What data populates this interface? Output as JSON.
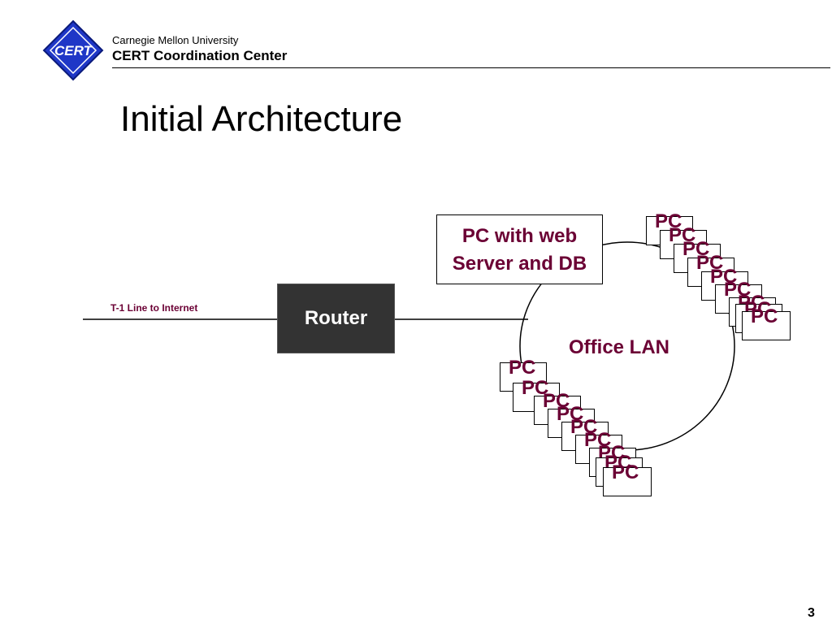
{
  "header": {
    "org_line1": "Carnegie Mellon University",
    "org_line2": "CERT Coordination Center",
    "logo_text": "CERT"
  },
  "slide": {
    "title": "Initial Architecture",
    "page_number": "3"
  },
  "diagram": {
    "internet_line_label": "T-1 Line to Internet",
    "router_label": "Router",
    "web_server_label_line1": "PC with web",
    "web_server_label_line2": "Server and DB",
    "lan_label": "Office LAN",
    "pc_label": "PC",
    "upper_pc_labels": [
      "PC",
      "PC",
      "PC",
      "PC",
      "PC",
      "PC",
      "PC",
      "PC",
      "PC"
    ],
    "lower_pc_labels": [
      "PC",
      "PC",
      "PC",
      "PC",
      "PC",
      "PC",
      "PC",
      "PC",
      "PC"
    ]
  },
  "colors": {
    "accent_text": "#6b0034",
    "router_fill": "#333333",
    "logo_blue": "#1f37c7"
  }
}
